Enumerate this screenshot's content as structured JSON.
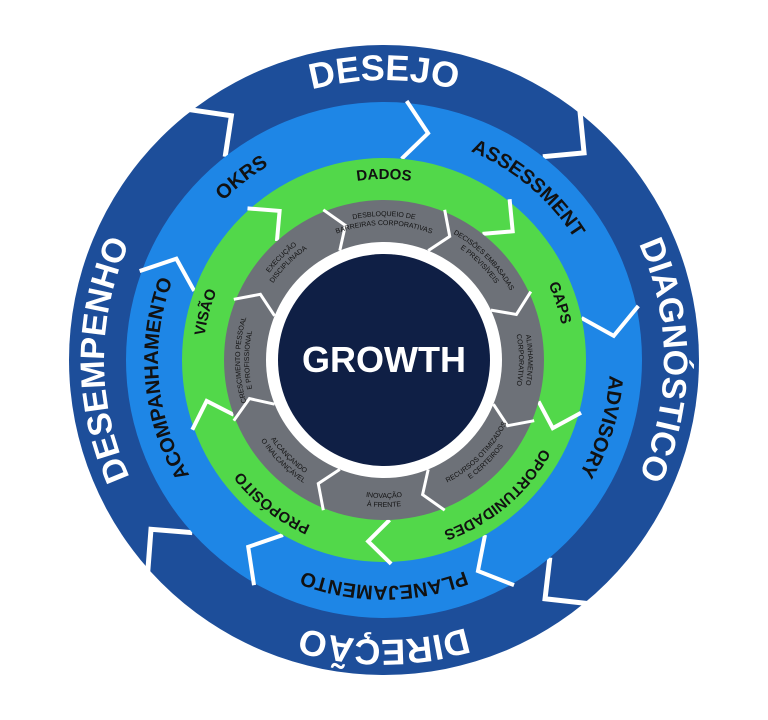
{
  "center": {
    "label": "GROWTH"
  },
  "colors": {
    "outer_ring": "#1d4e9a",
    "middle_ring": "#1e86e6",
    "green_ring": "#52d84a",
    "gray_ring": "#6d7178",
    "core": "#0f1f45",
    "divider": "#ffffff"
  },
  "outer_ring": [
    "DESEJO",
    "DIAGNÓSTICO",
    "DIREÇÃO",
    "DESEMPENHO"
  ],
  "middle_ring": [
    "OKRS",
    "ASSESSMENT",
    "ADVISORY",
    "PLANEJAMENTO",
    "ACOMPANHAMENTO"
  ],
  "green_ring": [
    "DADOS",
    "GAPS",
    "OPORTUNIDADES",
    "PROPÓSITO",
    "VISÃO"
  ],
  "gray_ring": [
    [
      "DESBLOQUEIO DE",
      "BARREIRAS CORPORATIVAS"
    ],
    [
      "DECISÕES EMBASADAS",
      "E PREVISÍVEIS"
    ],
    [
      "ALINHAMENTO",
      "CORPORATIVO"
    ],
    [
      "RECURSOS OTIMIZADOS",
      "E CERTEIROS"
    ],
    [
      "INOVAÇÃO",
      "À FRENTE"
    ],
    [
      "ALCANÇANDO",
      "O INALCANÇÁVEL"
    ],
    [
      "CRESCIMENTO PESSOAL",
      "E PROFISSIONAL"
    ],
    [
      "EXECUÇÃO",
      "DISCIPLINADA"
    ]
  ]
}
